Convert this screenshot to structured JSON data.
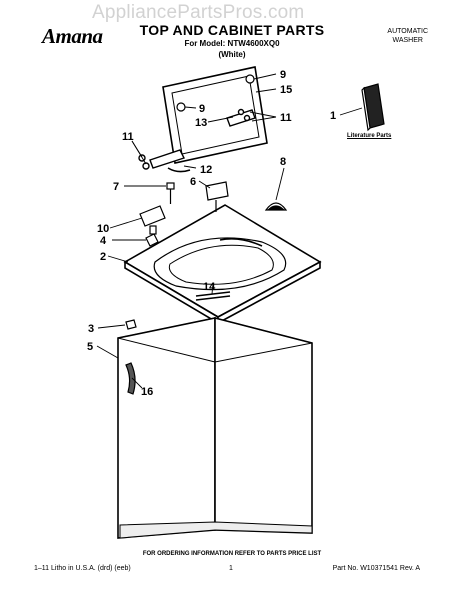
{
  "watermark": "AppliancePartsPros.com",
  "brand": "Amana",
  "header": {
    "title": "TOP AND CABINET PARTS",
    "model_line": "For Model: NTW4600XQ0",
    "variant": "(White)",
    "product_type_line1": "AUTOMATIC",
    "product_type_line2": "WASHER"
  },
  "callouts": [
    "9",
    "15",
    "9",
    "13",
    "11",
    "11",
    "12",
    "8",
    "6",
    "7",
    "1",
    "10",
    "4",
    "2",
    "14",
    "3",
    "5",
    "16"
  ],
  "literature_label": "Literature Parts",
  "order_note": "FOR ORDERING INFORMATION REFER TO PARTS PRICE LIST",
  "footer": {
    "left": "1–11 Litho in U.S.A. (drd) (eeb)",
    "page": "1",
    "right": "Part No. W10371541 Rev. A"
  }
}
